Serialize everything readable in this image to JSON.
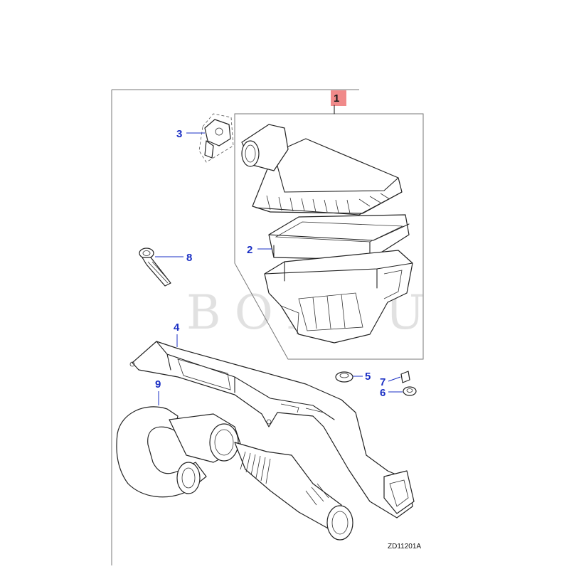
{
  "diagram": {
    "callouts": [
      {
        "id": "1",
        "label": "1"
      },
      {
        "id": "2",
        "label": "2"
      },
      {
        "id": "3",
        "label": "3"
      },
      {
        "id": "4",
        "label": "4"
      },
      {
        "id": "5",
        "label": "5"
      },
      {
        "id": "6",
        "label": "6"
      },
      {
        "id": "7",
        "label": "7"
      },
      {
        "id": "8",
        "label": "8"
      },
      {
        "id": "9",
        "label": "9"
      }
    ],
    "reference_code": "ZD11201A",
    "watermark": "BOBOU"
  },
  "colors": {
    "callout_text": "#1a2fc4",
    "highlight": "#f08a8a",
    "line_art": "#222222"
  }
}
